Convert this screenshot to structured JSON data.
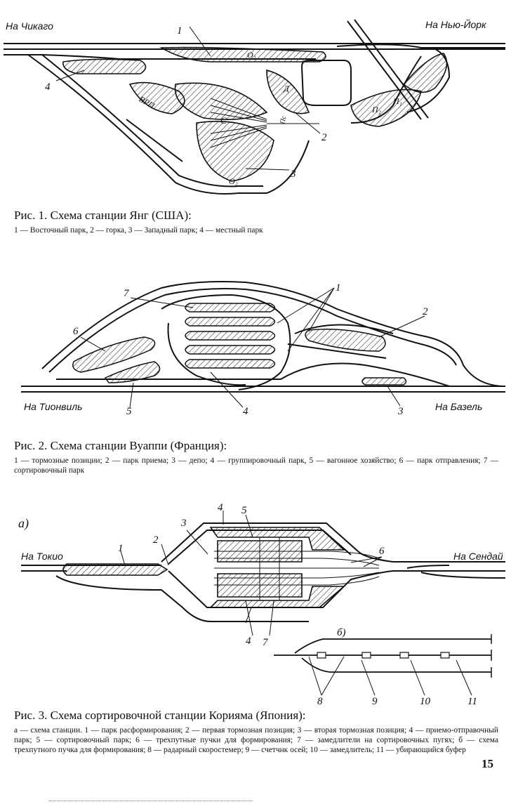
{
  "fig1": {
    "dir_left": "На Чикаго",
    "dir_right": "На Нью-Йорк",
    "labels": {
      "n1": "1",
      "n2": "2",
      "n3": "3",
      "n4": "4",
      "o1": "О₁",
      "o2": "О₂",
      "c": "С",
      "vrp": "ВРП",
      "d": "Д",
      "ps": "Пс",
      "p2": "П₂",
      "pu": "П₁"
    },
    "caption_title": "Рис. 1. Схема станции Янг (США):",
    "caption_desc": "1 — Восточный парк, 2 — горка, 3 — Западный парк; 4 — местный парк"
  },
  "fig2": {
    "dir_left": "На Тионвиль",
    "dir_right": "На Базель",
    "labels": {
      "n1": "1",
      "n2": "2",
      "n3": "3",
      "n4": "4",
      "n5": "5",
      "n6": "6",
      "n7": "7"
    },
    "caption_title": "Рис. 2. Схема станции Вуаппи (Франция):",
    "caption_desc": "1 — тормозные позиции; 2 — парк приема; 3 — депо; 4 — группировочный парк, 5 — вагонное хозяйство; 6 — парк отправления; 7 — сортировочный парк"
  },
  "fig3": {
    "part_a": "а)",
    "part_b": "б)",
    "dir_left": "На Токио",
    "dir_right": "На Сендай",
    "labels": {
      "n1": "1",
      "n2": "2",
      "n3": "3",
      "n4a": "4",
      "n4b": "4",
      "n5": "5",
      "n6": "6",
      "n7": "7",
      "n8": "8",
      "n9": "9",
      "n10": "10",
      "n11": "11"
    },
    "caption_title": "Рис. 3. Схема сортировочной станции Корияма (Япония):",
    "caption_desc": "а — схема станции. 1 — парк расформирования; 2 — первая тормозная позиция; 3 — вторая тормозная позиция; 4 — приемо-отправочный парк; 5 — сортировочный парк; 6 — трехпутные пучки для формирования; 7 — замедлители на сортировочных пугях; б — схема трехпутного пучка для формирования; 8 — радарный скоростемер; 9 — счетчнк осей; 10 — замедлитель; 11 — убирающийся буфер"
  },
  "page_number": "15"
}
